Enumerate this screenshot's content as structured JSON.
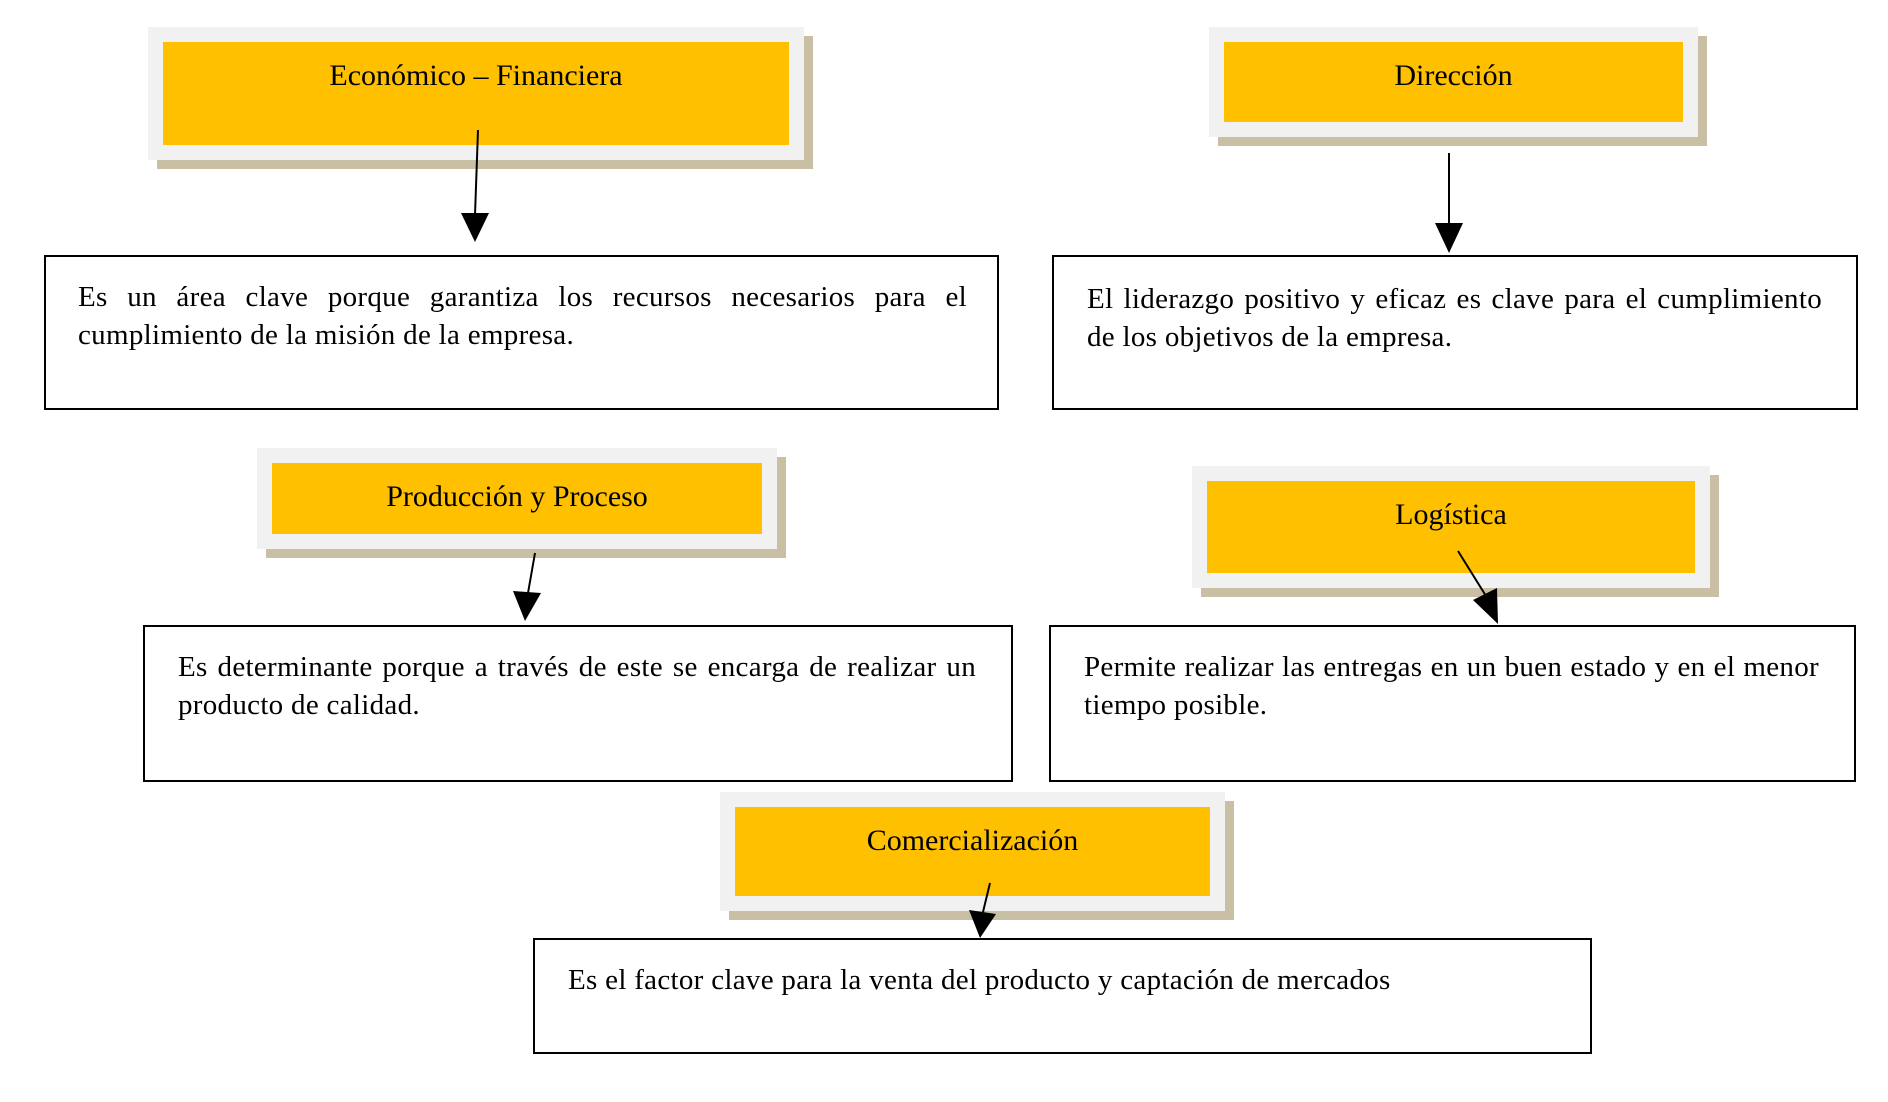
{
  "colors": {
    "header_fill": "#ffc000",
    "header_frame": "#f1f1f1",
    "header_shadow": "#c9bfa4",
    "border": "#000000"
  },
  "areas": [
    {
      "title": "Económico – Financiera",
      "description": "Es un área clave porque garantiza los recursos necesarios para el cumplimiento de la misión de la empresa."
    },
    {
      "title": "Dirección",
      "description": "El liderazgo positivo y eficaz es clave para el cumplimiento de los objetivos de la empresa."
    },
    {
      "title": "Producción y Proceso",
      "description": "Es determinante porque a través de este se encarga de realizar un producto de calidad."
    },
    {
      "title": "Logística",
      "description": "Permite realizar las entregas en un buen estado y en el menor tiempo posible."
    },
    {
      "title": "Comercialización",
      "description": "Es el factor clave para la venta del producto y captación de mercados"
    }
  ]
}
